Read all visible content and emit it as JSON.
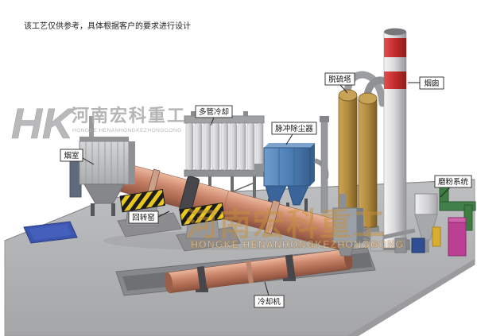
{
  "disclaimer": "该工艺仅供参考，具体根据客户的要求进行设计",
  "watermark_logo": {
    "monogram": "HK",
    "company_cn": "河南宏科重工",
    "company_en": "HONGKE HENANHONGKEZHONGGONG"
  },
  "watermark_center": {
    "company_cn": "河南宏科重工",
    "company_en": "HONGKE HENANHONGKEZHONGGONG"
  },
  "labels": {
    "smoke_chamber": "烟室",
    "multi_tube_cooler": "多管冷却",
    "pulse_dust_collector": "脉冲除尘器",
    "desulfurization_tower": "脱硫塔",
    "chimney": "烟囱",
    "grinding_system": "磨粉系统",
    "rotary_kiln": "回转窑",
    "cooling_machine": "冷却机"
  },
  "colors": {
    "kiln_body": "#cf8a70",
    "chimney_red": "#c32b2b",
    "dust_collector_blue": "#4d7fb5",
    "tower_tan": "#b08a3e",
    "platform_gray": "#b2b3b5",
    "hazard_yellow": "#e8c820",
    "watermark_orange": "#c6913d"
  }
}
